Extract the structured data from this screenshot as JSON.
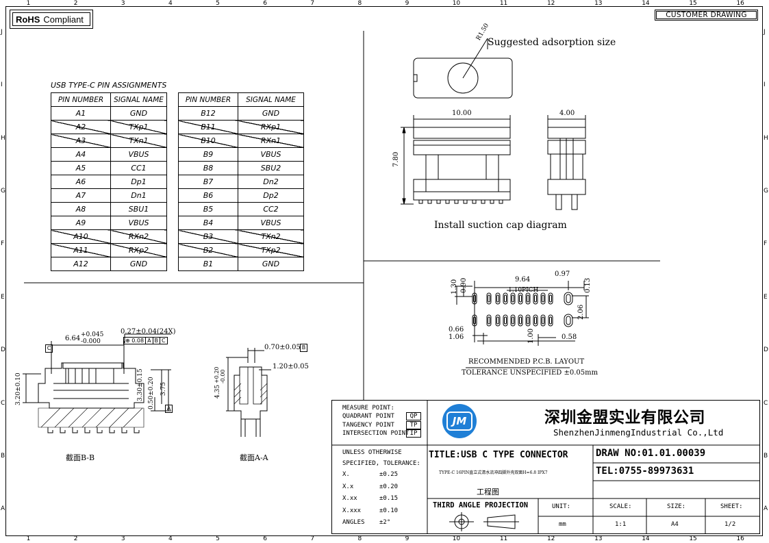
{
  "header": {
    "rohs_bold": "RoHS",
    "rohs_rest": "Compliant",
    "customer_drawing": "CUSTOMER DRAWING"
  },
  "zones": {
    "columns": [
      "1",
      "2",
      "3",
      "4",
      "5",
      "6",
      "7",
      "8",
      "9",
      "10",
      "11",
      "12",
      "13",
      "14",
      "15",
      "16"
    ],
    "rows": [
      "J",
      "I",
      "H",
      "G",
      "F",
      "E",
      "D",
      "C",
      "B",
      "A"
    ]
  },
  "pin_table": {
    "title": "USB TYPE-C PIN ASSIGNMENTS",
    "header_pin": "PIN NUMBER",
    "header_signal": "SIGNAL NAME",
    "left": [
      {
        "pin": "A1",
        "signal": "GND",
        "strike": false
      },
      {
        "pin": "A2",
        "signal": "TXp1",
        "strike": true
      },
      {
        "pin": "A3",
        "signal": "TXn1",
        "strike": true
      },
      {
        "pin": "A4",
        "signal": "VBUS",
        "strike": false
      },
      {
        "pin": "A5",
        "signal": "CC1",
        "strike": false
      },
      {
        "pin": "A6",
        "signal": "Dp1",
        "strike": false
      },
      {
        "pin": "A7",
        "signal": "Dn1",
        "strike": false
      },
      {
        "pin": "A8",
        "signal": "SBU1",
        "strike": false
      },
      {
        "pin": "A9",
        "signal": "VBUS",
        "strike": false
      },
      {
        "pin": "A10",
        "signal": "RXn2",
        "strike": true
      },
      {
        "pin": "A11",
        "signal": "RXp2",
        "strike": true
      },
      {
        "pin": "A12",
        "signal": "GND",
        "strike": false
      }
    ],
    "right": [
      {
        "pin": "B12",
        "signal": "GND",
        "strike": false
      },
      {
        "pin": "B11",
        "signal": "RXp1",
        "strike": true
      },
      {
        "pin": "B10",
        "signal": "RXn1",
        "strike": true
      },
      {
        "pin": "B9",
        "signal": "VBUS",
        "strike": false
      },
      {
        "pin": "B8",
        "signal": "SBU2",
        "strike": false
      },
      {
        "pin": "B7",
        "signal": "Dn2",
        "strike": false
      },
      {
        "pin": "B6",
        "signal": "Dp2",
        "strike": false
      },
      {
        "pin": "B5",
        "signal": "CC2",
        "strike": false
      },
      {
        "pin": "B4",
        "signal": "VBUS",
        "strike": false
      },
      {
        "pin": "B3",
        "signal": "TXn2",
        "strike": true
      },
      {
        "pin": "B2",
        "signal": "TXp2",
        "strike": true
      },
      {
        "pin": "B1",
        "signal": "GND",
        "strike": false
      }
    ]
  },
  "drawings": {
    "adsorption_label": "Suggested adsorption size",
    "radius_label": "R1.50",
    "width_dim": "10.00",
    "height_dim": "7.80",
    "side_width_dim": "4.00",
    "suction_caption": "Install suction cap diagram",
    "pcb": {
      "d_9_64": "9.64",
      "d_0_97": "0.97",
      "d_1_30": "1.30",
      "d_0_90": "0.90",
      "d_0_13": "0.13",
      "d_pitch": "1.10PICH",
      "d_2_06": "2.06",
      "d_0_66": "0.66",
      "d_1_06": "1.06",
      "d_1_00": "1.00",
      "d_0_58": "0.58",
      "caption": "RECOMMENDED  P.C.B. LAYOUT",
      "tolerance": "TOLERANCE UNSPECIFIED ±0.05mm"
    },
    "section_bb": {
      "d_664": "6.64",
      "d_664_tol_up": "+0.045",
      "d_664_tol_dn": "-0.000",
      "d_027": "0.27±0.04(24X)",
      "fcf": [
        "0.08",
        "A",
        "B",
        "C"
      ],
      "datum_c": "C",
      "datum_a": "A",
      "d_320_010": "3.20±0.10",
      "d_330_015": "3.30±0.15",
      "d_050_020": "0.50±0.20",
      "d_375": "3.75",
      "caption": "截面B-B"
    },
    "section_aa": {
      "d_070": "0.70±0.05",
      "datum_b": "B",
      "d_120": "1.20±0.05",
      "d_435": "4.35",
      "d_435_tol_up": "+0.20",
      "d_435_tol_dn": "-0.00",
      "caption": "截面A-A"
    }
  },
  "title_block": {
    "measure_point": "MEASURE POINT:",
    "measure_rows": [
      {
        "label": "QUADRANT POINT",
        "code": "QP"
      },
      {
        "label": "TANGENCY POINT",
        "code": "TP"
      },
      {
        "label": "INTERSECTION POINT",
        "code": "IP"
      }
    ],
    "company_cn": "深圳金盟实业有限公司",
    "company_en": "ShenzhenJinmengIndustrial Co.,Ltd",
    "logo_text": "JM",
    "tolerances_title": "UNLESS OTHERWISE",
    "tolerances_sub": "SPECIFIED, TOLERANCE:",
    "tolerances": [
      {
        "fmt": "X.",
        "val": "±0.25"
      },
      {
        "fmt": "X.x",
        "val": "±0.20"
      },
      {
        "fmt": "X.xx",
        "val": "±0.15"
      },
      {
        "fmt": "X.xxx",
        "val": "±0.10"
      },
      {
        "fmt": "ANGLES",
        "val": "±2°"
      }
    ],
    "title": "TITLE:USB C TYPE CONNECTOR",
    "subtitle": "TYPE-C 16PIN直立式清水流冲四脚外壳双面H=6.8 IPX7",
    "drawing_type": "工程图",
    "draw_no": "DRAW NO:01.01.00039",
    "tel": "TEL:0755-89973631",
    "projection": "THIRD ANGLE PROJECTION",
    "unit_label": "UNIT:",
    "unit_value": "mm",
    "scale_label": "SCALE:",
    "scale_value": "1:1",
    "size_label": "SIZE:",
    "size_value": "A4",
    "sheet_label": "SHEET:",
    "sheet_value": "1/2"
  },
  "colors": {
    "logo_blue": "#1f7fd6"
  }
}
